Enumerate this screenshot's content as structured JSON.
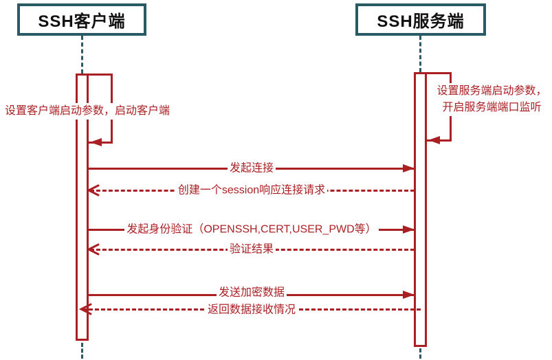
{
  "diagram": {
    "type": "sequence-diagram",
    "colors": {
      "line_red": "#AA1F23",
      "lifeline_teal": "#2A5A63",
      "actor_text": "#111111"
    },
    "actors": [
      {
        "id": "client",
        "label": "SSH客户端"
      },
      {
        "id": "server",
        "label": "SSH服务端"
      }
    ],
    "self_messages": [
      {
        "actor": "client",
        "label": "设置客户端启动参数，启动客户端"
      },
      {
        "actor": "server",
        "lines": [
          "设置服务端启动参数，",
          "开启服务端端口监听"
        ]
      }
    ],
    "messages": [
      {
        "label": "发起连接",
        "from": "client",
        "to": "server",
        "style": "solid"
      },
      {
        "label": "创建一个session响应连接请求",
        "from": "server",
        "to": "client",
        "style": "dashed"
      },
      {
        "label": "发起身份验证（OPENSSH,CERT,USER_PWD等）",
        "from": "client",
        "to": "server",
        "style": "solid"
      },
      {
        "label": "验证结果",
        "from": "server",
        "to": "client",
        "style": "dashed"
      },
      {
        "label": "发送加密数据",
        "from": "client",
        "to": "server",
        "style": "solid"
      },
      {
        "label": "返回数据接收情况",
        "from": "server",
        "to": "client",
        "style": "dashed"
      }
    ]
  }
}
